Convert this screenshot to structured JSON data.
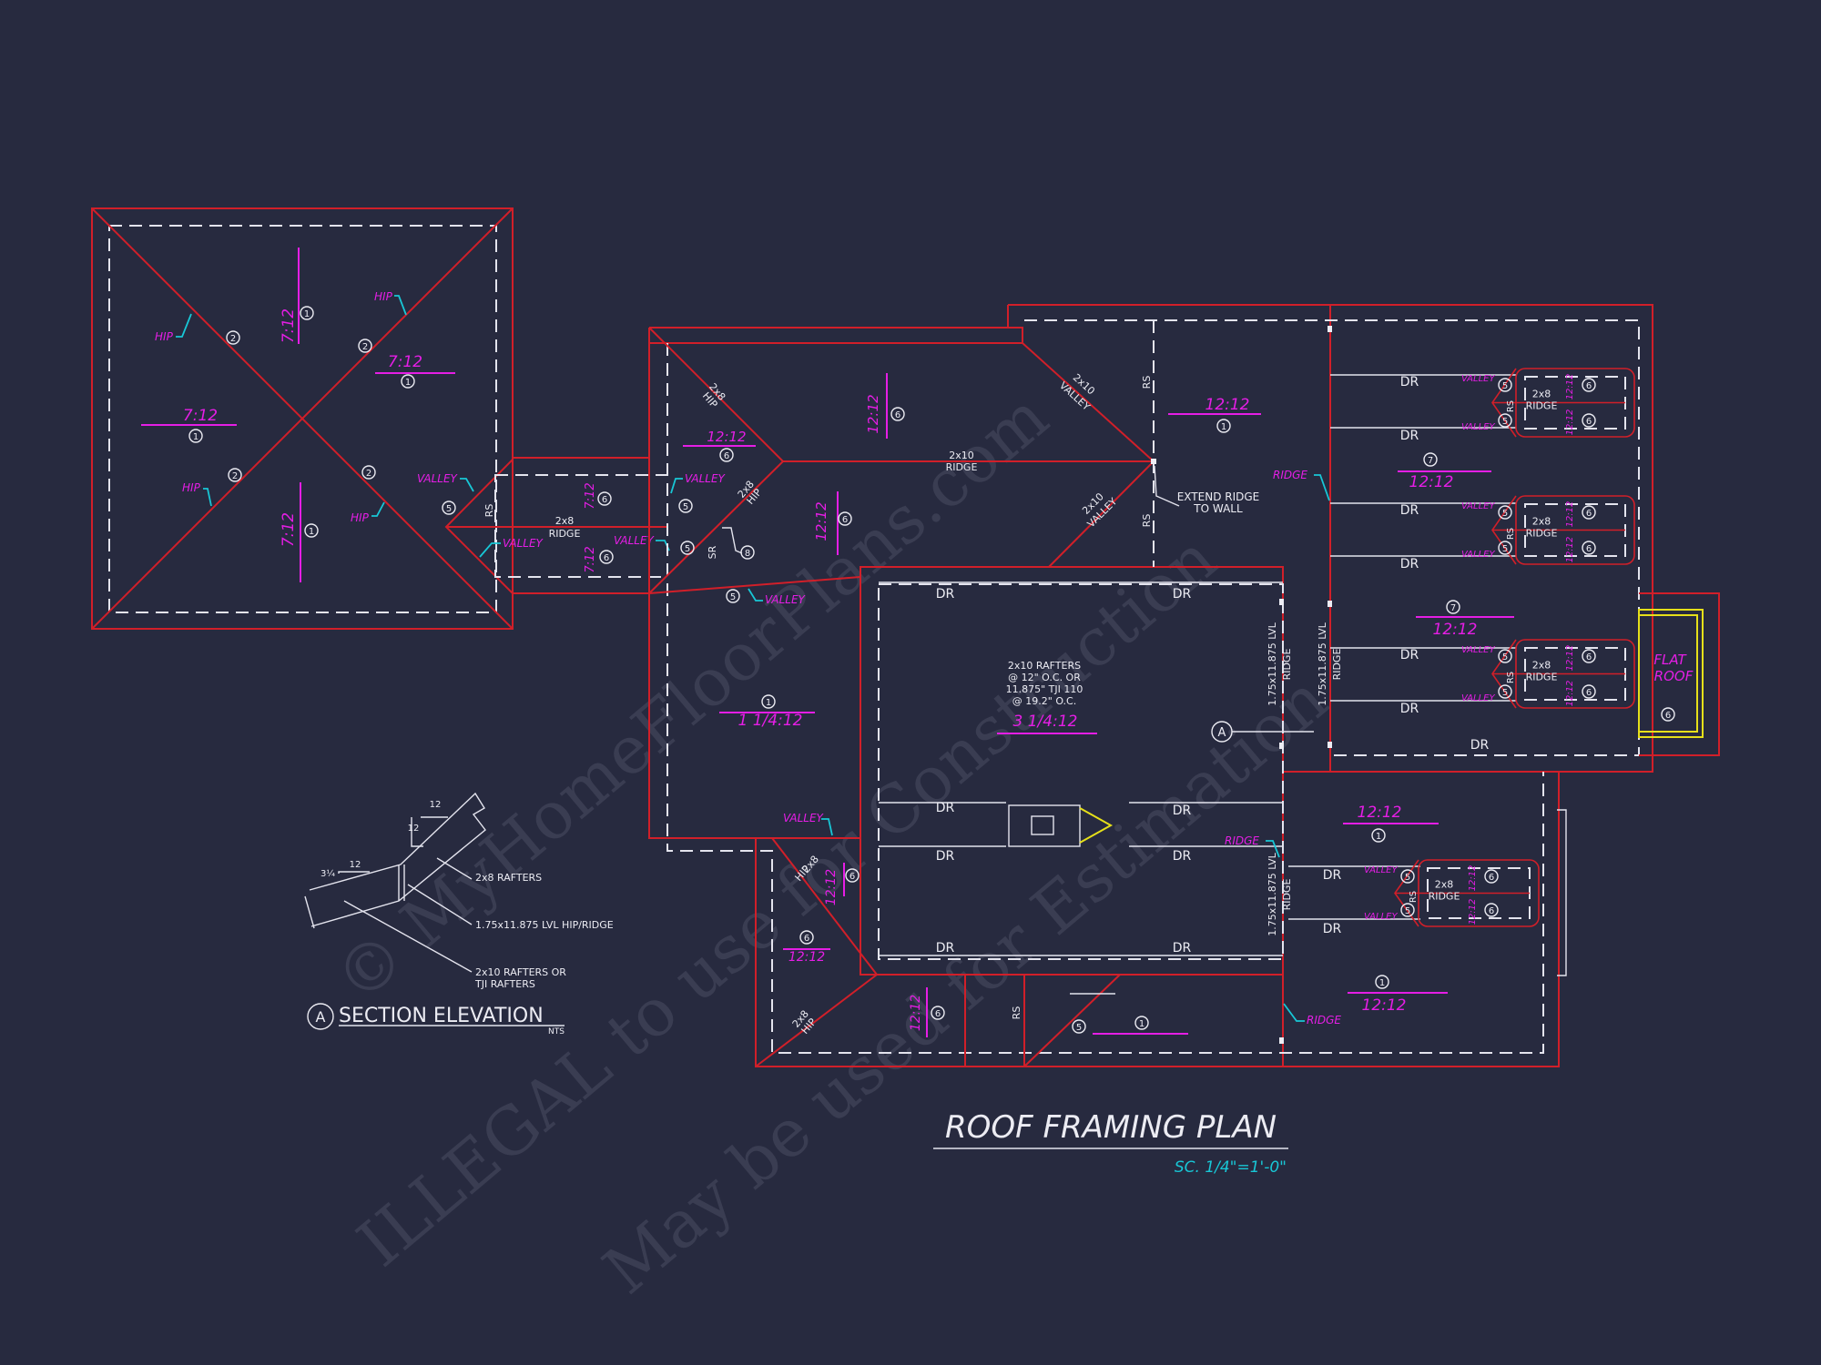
{
  "watermark": {
    "line1": "© MyHomeFloorPlans.com",
    "line2": "ILLEGAL to use for Construction",
    "line3": "May be used for Estimation"
  },
  "title": {
    "main": "ROOF FRAMING PLAN",
    "scale": "SC. 1/4\"=1'-0\""
  },
  "section": {
    "marker": "A",
    "title": "SECTION ELEVATION",
    "nts": "NTS",
    "pitch_a": "12",
    "pitch_b": "12",
    "offset": "3¼",
    "pitch_c": "12",
    "label1": "2x8 RAFTERS",
    "label2": "1.75x11.875 LVL HIP/RIDGE",
    "label3a": "2x10 RAFTERS OR",
    "label3b": "TJI RAFTERS"
  },
  "labels": {
    "hip": "HIP",
    "valley": "VALLEY",
    "ridge": "RIDGE",
    "dr": "DR",
    "rs": "RS",
    "sr": "SR",
    "ridge_2x8": "2x8",
    "ridge_2x8_name": "RIDGE",
    "ridge_2x10": "2x10",
    "ridge_2x10_name": "RIDGE",
    "hip_2x8": "2x8",
    "hip_name": "HIP",
    "valley_2x10": "2x10",
    "valley_name": "VALLEY",
    "extend1": "EXTEND RIDGE",
    "extend2": "TO WALL",
    "rafters1": "2x10 RAFTERS",
    "rafters2": "@ 12\" O.C. OR",
    "rafters3": "11.875\" TJI 110",
    "rafters4": "@ 19.2\" O.C.",
    "lvl": "1.75x11.875 LVL",
    "flat1": "FLAT",
    "flat2": "ROOF",
    "sec_marker": "A",
    "tag_ridge": "RIDGE"
  },
  "pitches": {
    "p712": "7:12",
    "p1212": "12:12",
    "p11412": "1 1/4:12",
    "p31412": "3 1/4:12"
  },
  "numbers": {
    "n1": "1",
    "n2": "2",
    "n5": "5",
    "n6": "6",
    "n7": "7",
    "n8": "8"
  },
  "colors": {
    "background": "#272a3f",
    "outline": "#d11f29",
    "pitch": "#e51ee5",
    "leader": "#18c7d6",
    "flat_roof": "#e6e01a"
  }
}
